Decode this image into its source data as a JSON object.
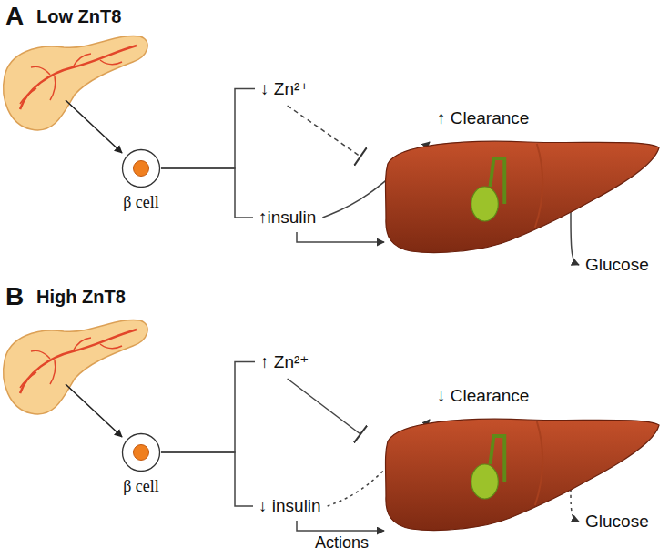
{
  "diagram": {
    "nodes": [
      {
        "text": [
          "β cell"
        ]
      },
      {
        "text": [
          "↓ Zn²⁺"
        ]
      },
      {
        "text": [
          "↑insulin"
        ]
      },
      {
        "text": [
          "↑ Clearance"
        ]
      },
      {
        "text": [
          "Glucose"
        ]
      },
      {
        "text": [
          "β cell"
        ]
      },
      {
        "text": [
          "↑ Zn²⁺"
        ]
      },
      {
        "text": [
          "↓ insulin"
        ]
      },
      {
        "text": [
          "↓ Clearance"
        ]
      },
      {
        "text": [
          "Glucose"
        ]
      }
    ],
    "edges": [
      {
        "from": 0,
        "to": 1,
        "arrow": "none"
      },
      {
        "from": 0,
        "to": 2,
        "arrow": "none"
      },
      {
        "from": 1,
        "to": 3,
        "arrow": "none"
      },
      {
        "from": 2,
        "to": 3,
        "arrow": "to"
      },
      {
        "from": 2,
        "to": 3,
        "arrow": "to"
      },
      {
        "from": 3,
        "to": 4,
        "arrow": "to"
      },
      {
        "from": 5,
        "to": 6,
        "arrow": "none"
      },
      {
        "from": 5,
        "to": 7,
        "arrow": "none"
      },
      {
        "from": 6,
        "to": 8,
        "arrow": "none"
      },
      {
        "from": 7,
        "to": 8,
        "arrow": "to"
      },
      {
        "from": 7,
        "to": 8,
        "label": "Actions",
        "arrow": "to"
      },
      {
        "from": 8,
        "to": 9,
        "arrow": "to"
      }
    ],
    "labels": [
      "A",
      "Low ZnT8",
      "B",
      "High ZnT8"
    ]
  }
}
